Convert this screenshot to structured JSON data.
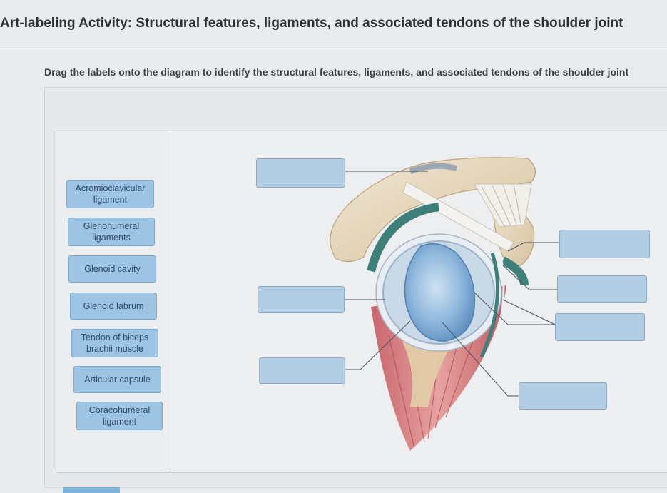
{
  "header": {
    "title": "Art-labeling Activity: Structural features, ligaments, and associated tendons of the shoulder joint"
  },
  "instructions": "Drag the labels onto the diagram to identify the structural features, ligaments, and associated tendons of the shoulder joint",
  "labels": [
    {
      "line1": "Acromioclavicular",
      "line2": "ligament"
    },
    {
      "line1": "Glenohumeral",
      "line2": "ligaments"
    },
    {
      "line1": "Glenoid cavity",
      "line2": ""
    },
    {
      "line1": "Glenoid labrum",
      "line2": ""
    },
    {
      "line1": "Tendon of biceps",
      "line2": "brachii muscle"
    },
    {
      "line1": "Articular capsule",
      "line2": ""
    },
    {
      "line1": "Coracohumeral",
      "line2": "ligament"
    }
  ],
  "drop_targets": [
    {
      "id": "target-1",
      "value": ""
    },
    {
      "id": "target-2",
      "value": ""
    },
    {
      "id": "target-3",
      "value": ""
    },
    {
      "id": "target-4",
      "value": ""
    },
    {
      "id": "target-5",
      "value": ""
    },
    {
      "id": "target-6",
      "value": ""
    },
    {
      "id": "target-7",
      "value": ""
    }
  ],
  "colors": {
    "chip_fill": "#9ec4e4",
    "target_fill": "#b3cde4",
    "bone": "#e8d9c0",
    "cartilage": "#8fb7dc",
    "muscle": "#d98a8a",
    "capsule": "#3f7f7a"
  }
}
